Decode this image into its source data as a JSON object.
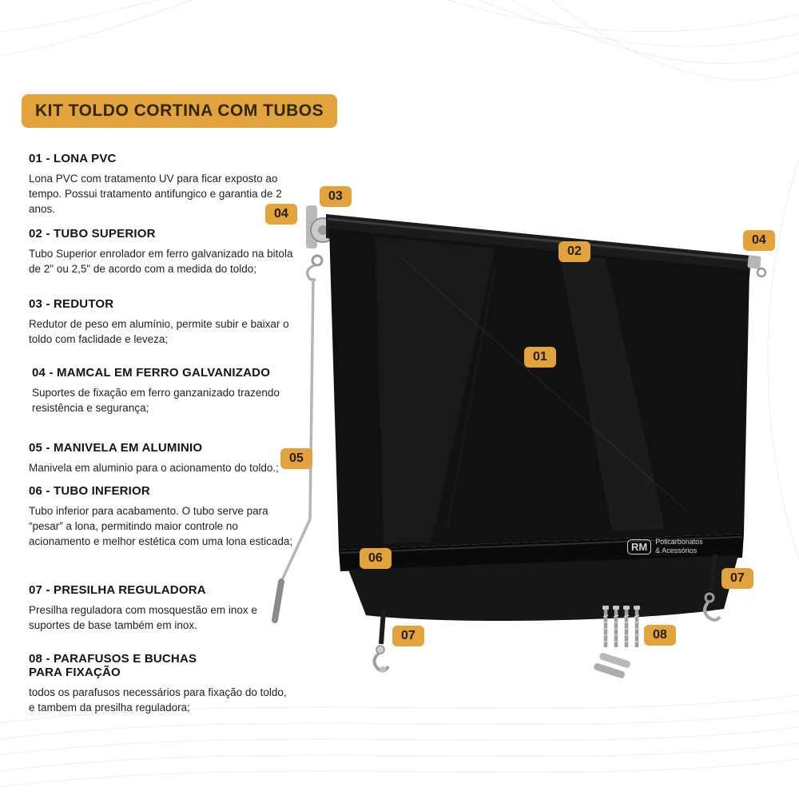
{
  "title": "KIT TOLDO CORTINA COM TUBOS",
  "sections": [
    {
      "heading": "01 - LONA PVC",
      "body": "Lona PVC com tratamento UV para ficar exposto ao tempo. Possui tratamento antifungico e garantia de 2 anos."
    },
    {
      "heading": "02 - TUBO SUPERIOR",
      "body": "Tubo Superior enrolador em ferro galvanizado na bitola de 2\" ou 2,5\" de acordo com a medida do toldo;"
    },
    {
      "heading": "03 - REDUTOR",
      "body": "Redutor de peso em alumínio, permite subir e baixar o toldo com faclidade e leveza;"
    },
    {
      "heading": "04 - MAMCAL  EM FERRO GALVANIZADO",
      "body": "Suportes de fixação em ferro ganzanizado trazendo resistência e segurança;"
    },
    {
      "heading": "05 - MANIVELA EM ALUMINIO",
      "body": "Manivela em aluminio para o acionamento do toldo.;"
    },
    {
      "heading": "06 - TUBO INFERIOR",
      "body": "Tubo inferior para acabamento. O tubo serve para “pesar” a lona, permitindo maior controle no acionamento e melhor estética com uma lona esticada;"
    },
    {
      "heading": "07 - PRESILHA REGULADORA",
      "body": "Presilha reguladora com mosquestão em inox e suportes de base também em inox."
    },
    {
      "heading": "08 - PARAFUSOS E BUCHAS PARA FIXAÇÃO",
      "body": "todos os parafusos necessários para fixação do toldo, e tambem da presilha reguladora;"
    }
  ],
  "badges": {
    "b01": "01",
    "b02": "02",
    "b03": "03",
    "b04_left": "04",
    "b04_right": "04",
    "b05": "05",
    "b06": "06",
    "b07_left": "07",
    "b07_right": "07",
    "b08": "08"
  },
  "watermark": {
    "logo": "RM",
    "line1": "Policarbonatos",
    "line2": "& Acessórios"
  },
  "colors": {
    "badge_bg": "#E2A23C",
    "badge_text": "#241C03",
    "tarp": "#111111"
  }
}
